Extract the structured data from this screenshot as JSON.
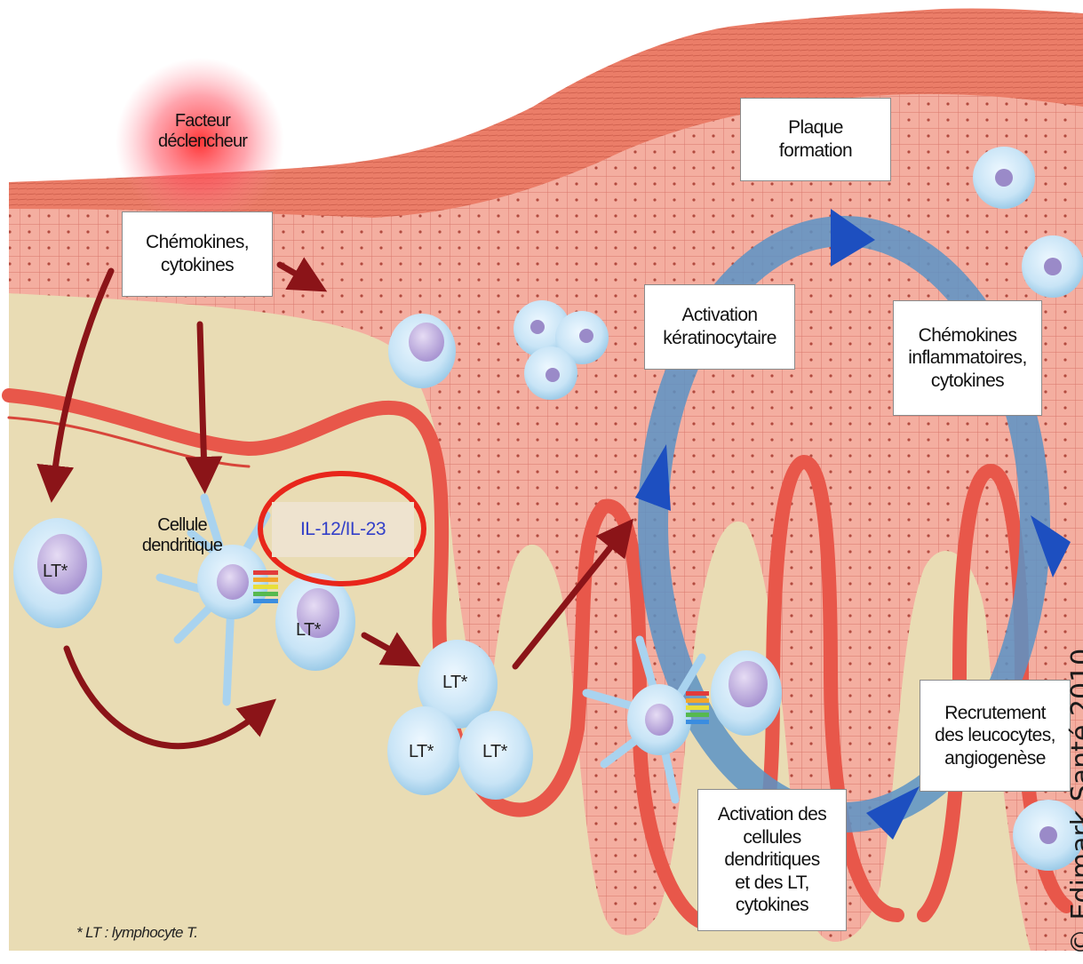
{
  "trigger": {
    "line1": "Facteur",
    "line2": "déclencheur"
  },
  "boxes": {
    "chemokines": [
      "Chémokines,",
      "cytokines"
    ],
    "plaque": [
      "Plaque",
      "formation"
    ],
    "keratinocyte": [
      "Activation",
      "kératinocytaire"
    ],
    "inflammatory": [
      "Chémokines",
      "inflammatoires,",
      "cytokines"
    ],
    "recruitment": [
      "Recrutement",
      "des leucocytes,",
      "angiogenèse"
    ],
    "dendritic_activation": [
      "Activation des",
      "cellules dendritiques",
      "et des LT,",
      "cytokines"
    ]
  },
  "dendritic_cell_label": [
    "Cellule",
    "dendritique"
  ],
  "interleukin_label": "IL-12/IL-23",
  "lymphocyte_label": "LT*",
  "footnote": "* LT : lymphocyte T.",
  "copyright": "© Edimark Santé 2010",
  "colors": {
    "skin_top": "#e8735f",
    "epidermis": "#f3a79a",
    "dermis": "#e9dcb4",
    "vessel": "#e8574a",
    "arrow": "#8b1418",
    "cycle": "#5b93c6",
    "cycle_head": "#1d4fc0",
    "cell": "#cfe7f5",
    "nucleus": "#b9a8d8",
    "highlight_ring": "#e8261b"
  },
  "icons": [
    "dendritic-cell-icon",
    "lymphocyte-icon",
    "neutrophil-icon",
    "vessel-loop-icon",
    "cycle-arrow-icon"
  ]
}
